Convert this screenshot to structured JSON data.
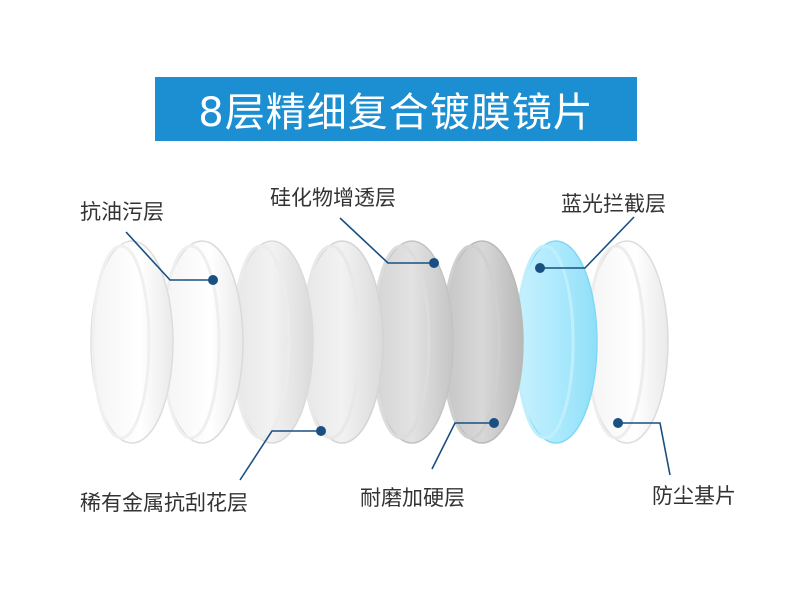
{
  "title": "8层精细复合镀膜镜片",
  "colors": {
    "banner": "#1b8fd2",
    "leader": "#1a4f82",
    "dot": "#1a4f82",
    "label_text": "#333333",
    "blue_layer": "#9be4fb"
  },
  "layers": [
    {
      "label": "抗油污层"
    },
    {
      "label": "稀有金属抗刮花层"
    },
    {
      "label": "硅化物增透层"
    },
    {
      "label": "耐磨加硬层"
    },
    {
      "label": "蓝光拦截层"
    },
    {
      "label": "防尘基片"
    }
  ]
}
